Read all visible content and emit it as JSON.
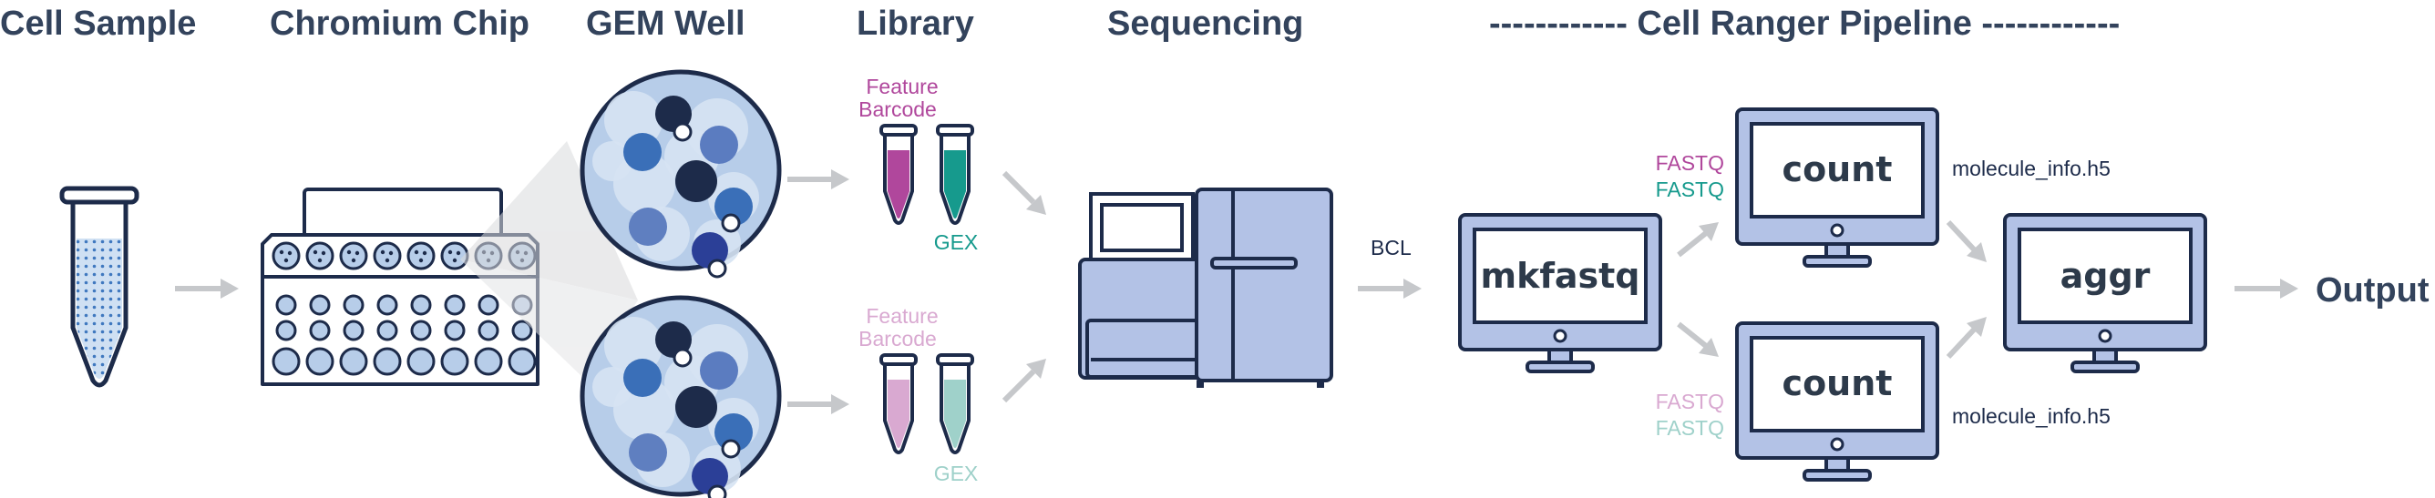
{
  "headers": {
    "cell_sample": "Cell Sample",
    "chromium_chip": "Chromium Chip",
    "gem_well": "GEM Well",
    "library": "Library",
    "sequencing": "Sequencing",
    "pipeline": "------------ Cell Ranger Pipeline ------------"
  },
  "library": {
    "top_feature_label": "Feature",
    "top_barcode_label": "Barcode",
    "top_gex_label": "GEX",
    "bottom_feature_label": "Feature",
    "bottom_barcode_label": "Barcode",
    "bottom_gex_label": "GEX"
  },
  "pipeline": {
    "bcl_label": "BCL",
    "mkfastq_label": "mkfastq",
    "top_count_label": "count",
    "bottom_count_label": "count",
    "aggr_label": "aggr",
    "top_fastq_1": "FASTQ",
    "top_fastq_2": "FASTQ",
    "bottom_fastq_1": "FASTQ",
    "bottom_fastq_2": "FASTQ",
    "top_molecule_info": "molecule_info.h5",
    "bottom_molecule_info": "molecule_info.h5",
    "output_label": "Output"
  },
  "colors": {
    "navy": "#1d2b4a",
    "light_blue": "#b7cde9",
    "periwinkle": "#b3c2e6",
    "magenta": "#b0479c",
    "teal": "#169a8d",
    "light_magenta": "#d9a9d1",
    "light_teal": "#9fd1ca",
    "arrow_gray": "#c6c8cb",
    "header_text": "#33435c"
  }
}
